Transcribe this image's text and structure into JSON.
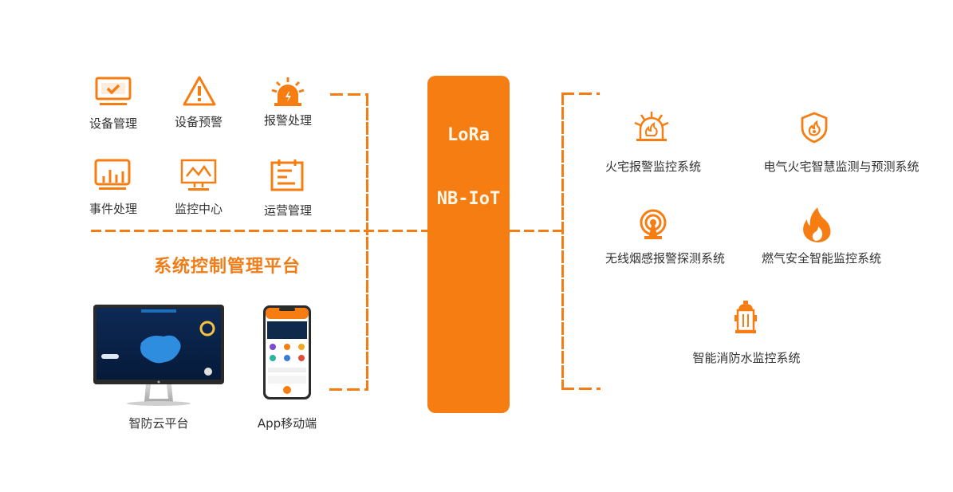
{
  "colors": {
    "accent": "#f57d12",
    "text": "#333333",
    "hub_text": "#fff8e8"
  },
  "left": {
    "functions": [
      {
        "label": "设备管理",
        "icon": "monitor-check-icon"
      },
      {
        "label": "设备预警",
        "icon": "warning-triangle-icon"
      },
      {
        "label": "报警处理",
        "icon": "alarm-light-icon"
      },
      {
        "label": "事件处理",
        "icon": "bar-chart-icon"
      },
      {
        "label": "监控中心",
        "icon": "monitor-line-chart-icon"
      },
      {
        "label": "运营管理",
        "icon": "calendar-list-icon"
      }
    ],
    "platform_title": "系统控制管理平台",
    "devices": [
      {
        "label": "智防云平台",
        "icon": "desktop-monitor-icon"
      },
      {
        "label": "App移动端",
        "icon": "smartphone-icon"
      }
    ]
  },
  "hub": {
    "protocols": [
      "LoRa",
      "NB-IoT"
    ]
  },
  "right": {
    "systems": [
      {
        "label": "火宅报警监控系统",
        "icon": "fire-alarm-light-icon"
      },
      {
        "label": "电气火宅智慧监测与预测系统",
        "icon": "fire-shield-icon"
      },
      {
        "label": "无线烟感报警探测系统",
        "icon": "wireless-signal-icon"
      },
      {
        "label": "燃气安全智能监控系统",
        "icon": "flame-icon"
      },
      {
        "label": "智能消防水监控系统",
        "icon": "fire-hydrant-icon"
      }
    ]
  }
}
